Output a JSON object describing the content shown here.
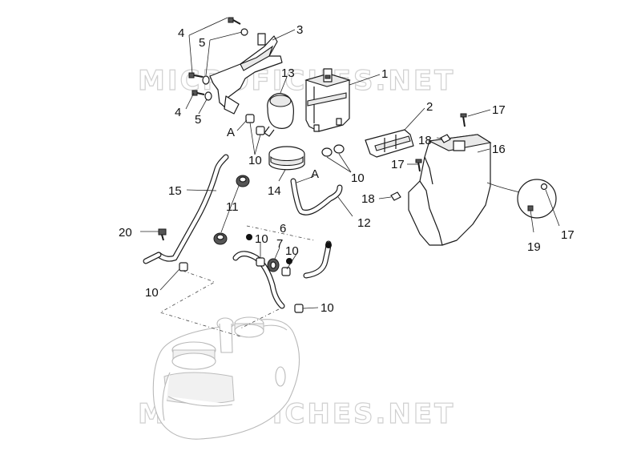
{
  "watermark": "MICROFICHES.NET",
  "callouts": [
    {
      "id": "c-4a",
      "text": "4"
    },
    {
      "id": "c-5a",
      "text": "5"
    },
    {
      "id": "c-3",
      "text": "3"
    },
    {
      "id": "c-13",
      "text": "13"
    },
    {
      "id": "c-1",
      "text": "1"
    },
    {
      "id": "c-2",
      "text": "2"
    },
    {
      "id": "c-17a",
      "text": "17"
    },
    {
      "id": "c-4b",
      "text": "4"
    },
    {
      "id": "c-5b",
      "text": "5"
    },
    {
      "id": "c-Aa",
      "text": "A"
    },
    {
      "id": "c-10a",
      "text": "10"
    },
    {
      "id": "c-18a",
      "text": "18"
    },
    {
      "id": "c-16",
      "text": "16"
    },
    {
      "id": "c-17b",
      "text": "17"
    },
    {
      "id": "c-10b",
      "text": "10"
    },
    {
      "id": "c-Ab",
      "text": "A"
    },
    {
      "id": "c-15",
      "text": "15"
    },
    {
      "id": "c-14",
      "text": "14"
    },
    {
      "id": "c-18b",
      "text": "18"
    },
    {
      "id": "c-11",
      "text": "11"
    },
    {
      "id": "c-12",
      "text": "12"
    },
    {
      "id": "c-6",
      "text": "6"
    },
    {
      "id": "c-20",
      "text": "20"
    },
    {
      "id": "c-19",
      "text": "19"
    },
    {
      "id": "c-17c",
      "text": "17"
    },
    {
      "id": "c-10c",
      "text": "10"
    },
    {
      "id": "c-7",
      "text": "7"
    },
    {
      "id": "c-10d",
      "text": "10"
    },
    {
      "id": "c-10e",
      "text": "10"
    },
    {
      "id": "c-10f",
      "text": "10"
    }
  ]
}
